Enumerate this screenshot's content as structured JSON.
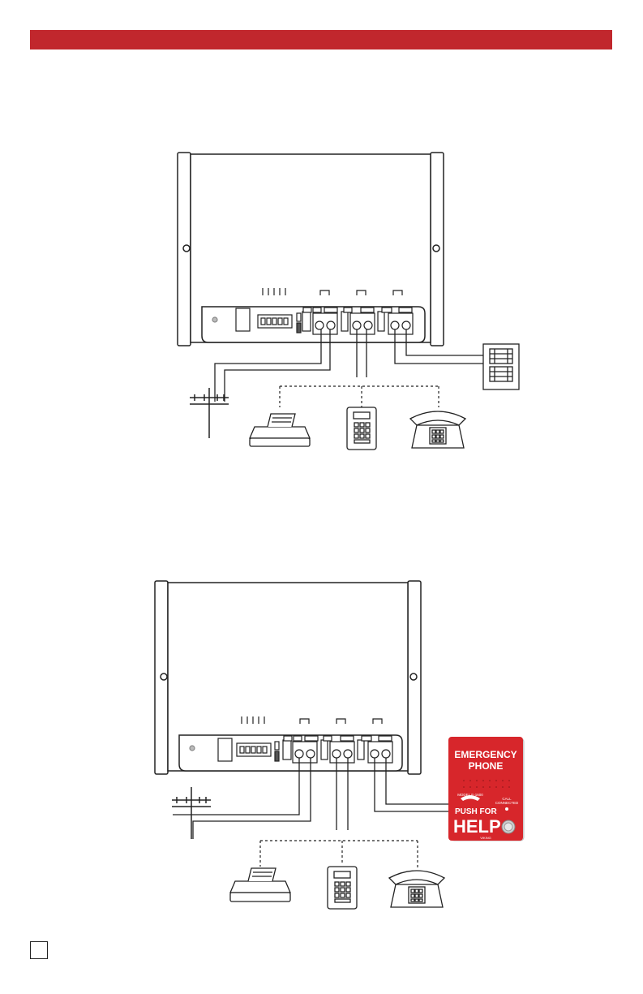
{
  "colors": {
    "header": "#C1272D",
    "line": "#222222",
    "emergency_red": "#D7262B",
    "emergency_text": "#FFFFFF"
  },
  "emergency_phone": {
    "title_line1": "EMERGENCY",
    "title_line2": "PHONE",
    "model": "MODEL E-1600",
    "indicator_line1": "CALL",
    "indicator_line2": "CONNECTED",
    "action_line1": "PUSH FOR",
    "action_line2": "HELP",
    "brand": "VIKING"
  }
}
